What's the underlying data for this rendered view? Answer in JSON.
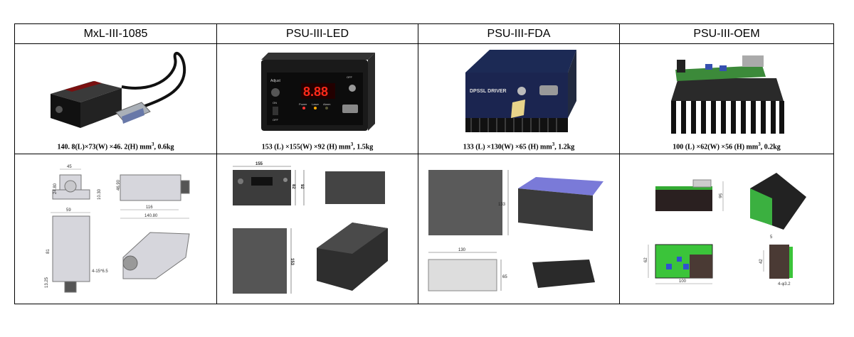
{
  "columns": [
    {
      "title": "MxL-III-1085",
      "caption_main": "140. 8(L)×73(W) ×46. 2(H) mm",
      "caption_sup": "3",
      "caption_tail": ", 0.6kg"
    },
    {
      "title": "PSU-III-LED",
      "caption_main": "153 (L) ×155(W) ×92 (H) mm",
      "caption_sup": "3",
      "caption_tail": ", 1.5kg"
    },
    {
      "title": "PSU-III-FDA",
      "caption_main": "133 (L) ×130(W) ×65 (H) mm",
      "caption_sup": "3",
      "caption_tail": ", 1.2kg"
    },
    {
      "title": "PSU-III-OEM",
      "caption_main": "100 (L) ×62(W) ×56 (H) mm",
      "caption_sup": "3",
      "caption_tail": ", 0.2kg"
    }
  ],
  "photo_labels": {
    "led_display": "8.88",
    "adjust": "Adjust",
    "on": "ON",
    "off": "OFF",
    "power": "Power",
    "laser": "Laser",
    "alarm": "Alarm",
    "fda_brand": "DPSSL DRIVER"
  },
  "dims": {
    "mxl": [
      "45",
      "24.80",
      "46.90",
      "10.30",
      "116",
      "140.80",
      "59",
      "81",
      "13.25",
      "4-15*6.5"
    ],
    "led": [
      "155",
      "82",
      "92",
      "153"
    ],
    "fda": [
      "133",
      "130",
      "65"
    ],
    "oem": [
      "56",
      "62",
      "100",
      "5",
      "42",
      "4-φ3.2"
    ]
  }
}
